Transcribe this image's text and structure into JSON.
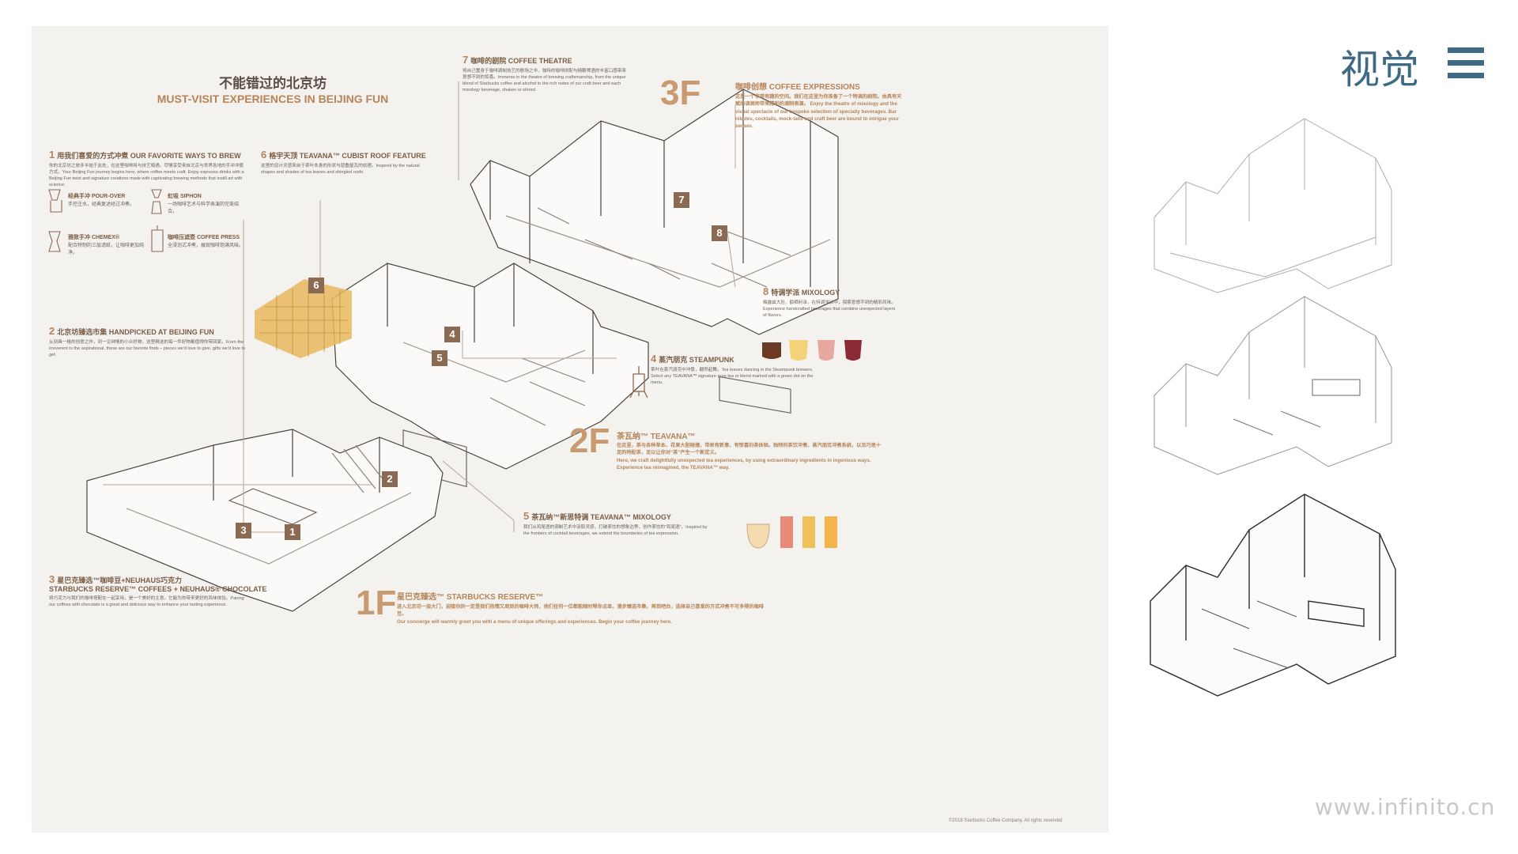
{
  "poster": {
    "title_cn": "不能错过的北京坊",
    "title_en": "MUST-VISIT EXPERIENCES IN BEIJING FUN",
    "sections": [
      {
        "num": "1",
        "title": "用我们喜爱的方式冲煮 OUR FAVORITE WAYS TO BREW",
        "text": "你的北京坊之旅多半始于此处，在这里咖啡将与技艺相遇。尽情享受来自北京与世界各地的手冲冲煮方式。Your Beijing Fun journey begins here, where coffee meets craft. Enjoy espresso drinks with a Beijing Fun twist and signature creations made with captivating brewing methods that instill art with science."
      },
      {
        "num": "2",
        "title": "北京坊臻选市集 HANDPICKED AT BEIJING FUN",
        "text": "从别具一格的创意之作，到一见钟情的小众好物，这里精选的每一件好物都值得你带回家。From the irreverent to the aspirational, these are our favorite finds – pieces we'd love to give, gifts we'd love to get."
      },
      {
        "num": "3",
        "title": "星巴克臻选™咖啡豆+NEUHAUS巧克力",
        "title2": "STARBUCKS RESERVE™ COFFEES + NEUHAUS® CHOCOLATE",
        "text": "将巧克力与我们的咖啡搭配在一起享用，是一个美好的主意。它能为你带来更好的风味体验。Pairing our coffees with chocolate is a great and delicious way to enhance your tasting experience."
      },
      {
        "num": "4",
        "title": "蒸汽朋克 STEAMPUNK",
        "text": "茶叶在蒸汽朋克中冲煮，翩然起舞。Tea leaves dancing in the Steampunk brewers. Select any TEAVANA™ signature pure tea or blend marked with a green dot on the menu."
      },
      {
        "num": "5",
        "title": "茶瓦纳™新思特调 TEAVANA™ MIXOLOGY",
        "text": "我们从鸡尾酒的调制艺术中汲取灵感，打破茶饮的想象边界，创作茶饮的“鸡尾酒”。Inspired by the frontiers of cocktail beverages, we extend the boundaries of tea expression."
      },
      {
        "num": "6",
        "title": "格宇天顶 TEAVANA™ CUBIST ROOF FEATURE",
        "text": "这里的设计灵感来自于茶叶本身的形状与层叠屋瓦的纹理。Inspired by the natural shapes and shades of tea leaves and shingled roofs."
      },
      {
        "num": "7",
        "title": "咖啡的剧院 COFFEE THEATRE",
        "text": "将自己置身于咖啡调制技艺的剧场之中，独特的咖啡拼配与精酿啤酒的丰富口感带来意想不到的惊喜。Immerse in the theatre of brewing craftsmanship, from the unique blend of Starbucks coffee and alcohol to the rich notes of our craft beer and each mixology beverage, shaken or stirred."
      },
      {
        "num": "8",
        "title": "特调学派 MIXOLOGY",
        "text": "梅露兹大肚、鹤栖利泽，在特调学派中，探索意想不到的精彩风味。Experience handcrafted beverages that combine unexpected layers of flavors."
      }
    ],
    "brew_methods": [
      {
        "name": "经典手冲 POUR-OVER",
        "desc": "手控注水，经典复述经过冲煮。"
      },
      {
        "name": "虹吸 SIPHON",
        "desc": "一场咖啡艺术与科学表演的完美结合。"
      },
      {
        "name": "雅致手冲 CHEMEX®",
        "desc": "配合特制的三层滤纸，让咖啡更加纯净。"
      },
      {
        "name": "咖啡压滤壶 COFFEE PRESS",
        "desc": "全浸泡式冲煮，展现咖啡饱满风味。"
      }
    ],
    "floors": [
      {
        "label": "1F",
        "title": "星巴克臻选™ STARBUCKS RESERVE™",
        "text_cn": "进入北京坊一层大门，迎接你的一定是我们热情又周到的咖啡大师，他们任何一位都能随时帮你点单，漫步臻选市集，再到吧台，选择自己喜爱的方式冲煮不可多得的咖啡豆。",
        "text_en": "Our concierge will warmly greet you with a menu of unique offerings and experiences. Begin your coffee journey here."
      },
      {
        "label": "2F",
        "title": "茶瓦纳™ TEAVANA™",
        "text_cn": "在这里，茶与各种草本、花果大胆碰撞，带来有新意、有惊喜的茶体验。独特的茶饮冲煮、蒸汽朋克冲煮系统，以及巧思十足的特配茶，足以让你对“茶”产生一个新定义。",
        "text_en": "Here, we craft delightfully unexpected tea experiences, by using extraordinary ingredients in ingenious ways. Experience tea reimagined, the TEAVANA™ way."
      },
      {
        "label": "3F",
        "title": "咖啡创想 COFFEE EXPRESSIONS",
        "text_cn": "这是一个非常有趣的空间。我们在这里为你准备了一个特调的剧院。由具有天赋的调酒师带来精彩的调制表演。",
        "text_en": "Enjoy the theatre of mixology and the visual spectacle of our bespoke selection of specialty beverages. Bar nibbles, cocktails, mock-tails and craft beer are bound to intrigue your senses."
      }
    ],
    "markers": [
      "1",
      "2",
      "3",
      "4",
      "5",
      "6",
      "7",
      "8"
    ],
    "copyright": "©2018 Starbucks Coffee Company. All rights reserved."
  },
  "side": {
    "title": "视觉",
    "watermark": "www.infinito.cn"
  },
  "colors": {
    "accent": "#c99a6f",
    "brown": "#7a5d45",
    "poster_bg": "#f4f2ef",
    "blue": "#3f6a86",
    "marker": "#8a6a52",
    "yellow": "#e8b85e"
  }
}
